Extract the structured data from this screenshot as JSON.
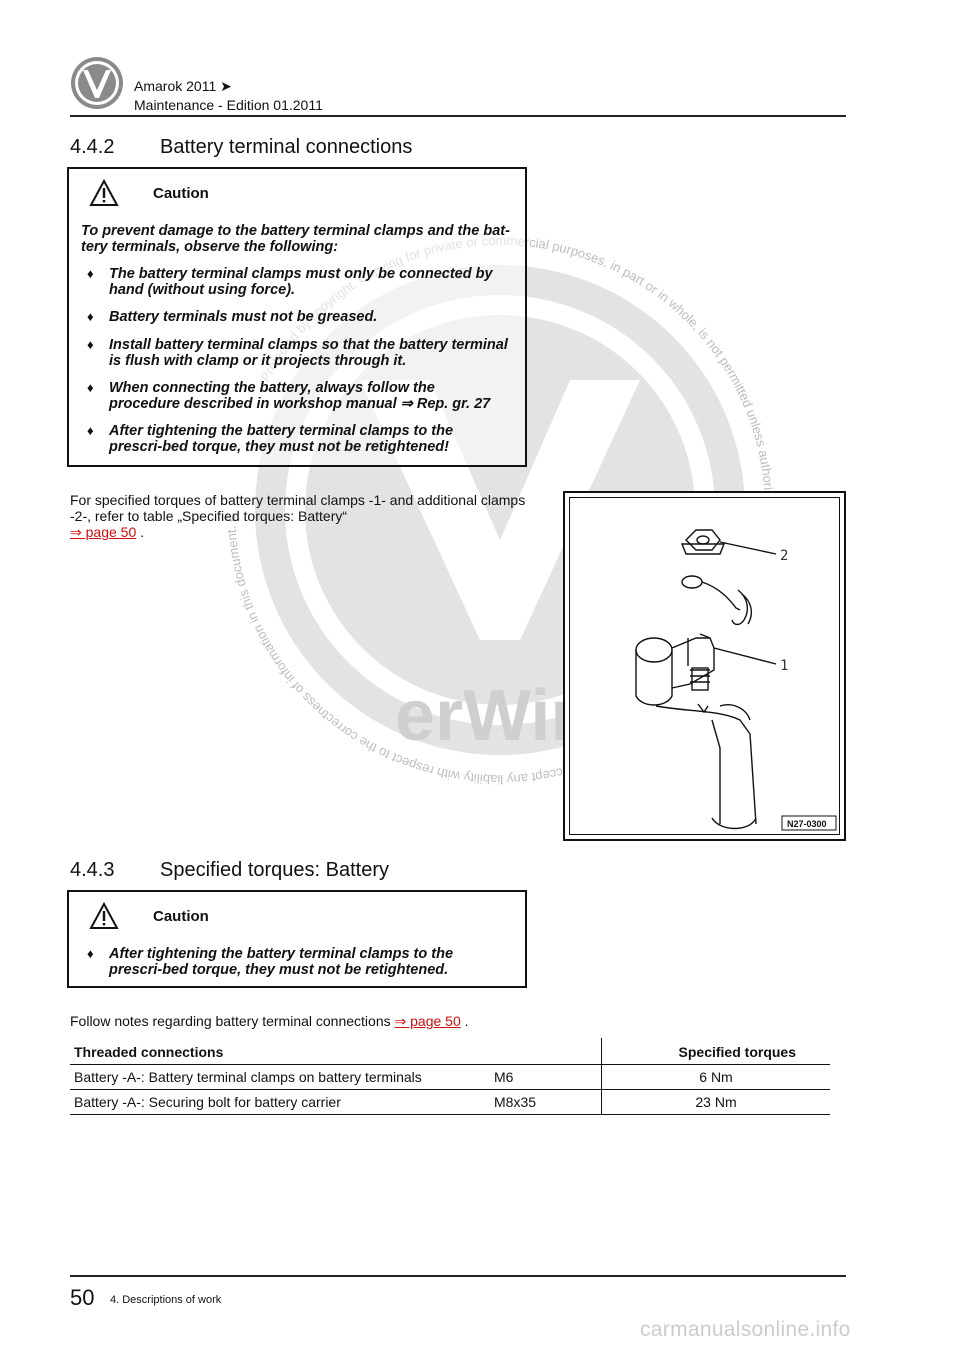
{
  "header": {
    "title": "Amarok 2011 ➤",
    "subtitle": "Maintenance - Edition 01.2011"
  },
  "section1": {
    "number": "4.4.2",
    "title": "Battery terminal connections",
    "caution": {
      "label": "Caution",
      "intro": "To prevent damage to the battery terminal clamps and the bat-tery terminals, observe the following:",
      "items": [
        "The battery terminal clamps must only be connected by hand (without using force).",
        "Battery terminals must not be greased.",
        "Install battery terminal clamps so that the battery terminal is flush with clamp or it projects through it.",
        "When connecting the battery, always follow the procedure described in workshop manual ⇒  Rep. gr.  27",
        "After tightening the battery terminal clamps to the prescri-bed torque, they must not be retightened!"
      ]
    },
    "para": "For specified torques of battery terminal clamps -1- and additional clamps -2-, refer to table „Specified torques: Battery“",
    "link": "⇒ page 50",
    "link_suffix": " .",
    "figure": {
      "label_1": "1",
      "label_2": "2",
      "code": "N27-0300"
    }
  },
  "section2": {
    "number": "4.4.3",
    "title": "Specified torques: Battery",
    "caution": {
      "label": "Caution",
      "items": [
        "After tightening the battery terminal clamps to the prescri-bed torque, they must not be retightened."
      ]
    },
    "para_prefix": "Follow notes regarding battery terminal connections ",
    "link": "⇒ page 50",
    "para_suffix": " .",
    "table": {
      "headers": [
        "Threaded connections",
        "",
        "Specified torques"
      ],
      "rows": [
        [
          "Battery -A-: Battery terminal clamps on battery terminals",
          "M6",
          "6 Nm"
        ],
        [
          "Battery -A-: Securing bolt for battery carrier",
          "M8x35",
          "23 Nm"
        ]
      ]
    }
  },
  "footer": {
    "page": "50",
    "section": "4. Descriptions of work",
    "brand": "carmanualsonline.info"
  },
  "watermark": {
    "text": "Protected by copyright. Copying for private or commercial purposes, in part or in whole, is not permitted unless authorised by Volkswagen AG. Volkswagen AG does not guarantee or accept any liability with respect to the correctness of information in this document. Copyright by Volkswagen AG.",
    "logo_text": "erWin"
  },
  "colors": {
    "link": "#d01010",
    "watermark": "#d9d9d9"
  }
}
